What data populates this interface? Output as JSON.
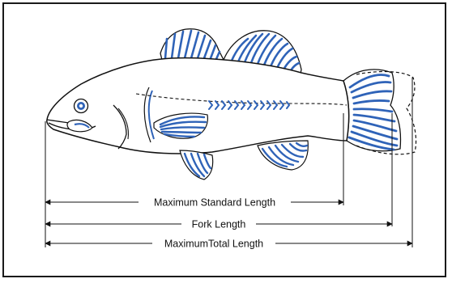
{
  "diagram": {
    "measurements": [
      {
        "id": "standard",
        "label": "Maximum Standard Length"
      },
      {
        "id": "fork",
        "label": "Fork Length"
      },
      {
        "id": "total",
        "label": "MaximumTotal Length"
      }
    ]
  },
  "colors": {
    "fin_blue": "#2f63b8",
    "outline": "#111111",
    "frame": "#1a1a1a",
    "background": "#ffffff"
  }
}
